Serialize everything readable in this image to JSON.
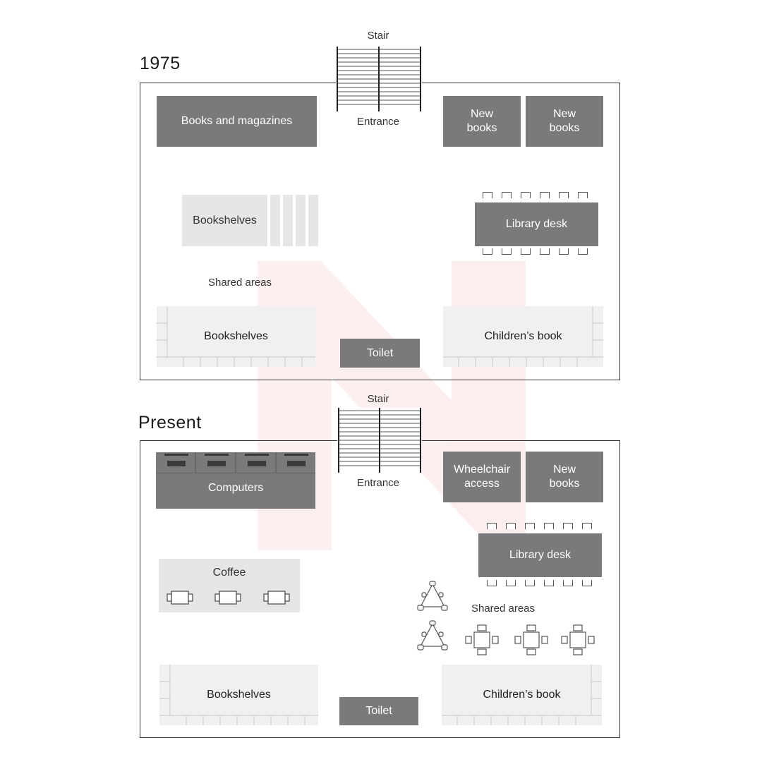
{
  "plans": {
    "past": {
      "title": "1975",
      "stair": "Stair",
      "entrance": "Entrance",
      "books_magazines": "Books and magazines",
      "new_books_1": "New books",
      "new_books_2": "New books",
      "bookshelves_mid": "Bookshelves",
      "library_desk": "Library desk",
      "shared_areas": "Shared areas",
      "bookshelves_bottom": "Bookshelves",
      "toilet": "Toilet",
      "childrens_book": "Children’s book"
    },
    "present": {
      "title": "Present",
      "stair": "Stair",
      "entrance": "Entrance",
      "computers": "Computers",
      "wheelchair_access": "Wheelchair access",
      "new_books": "New books",
      "library_desk": "Library desk",
      "coffee": "Coffee",
      "shared_areas": "Shared areas",
      "bookshelves": "Bookshelves",
      "toilet": "Toilet",
      "childrens_book": "Children’s book"
    }
  },
  "colors": {
    "dark_block": "#7a7a7c",
    "light_block": "#e6e6e8",
    "pale_block": "#f0f0f2",
    "outline": "#333333",
    "watermark": "#f7dcdc"
  }
}
